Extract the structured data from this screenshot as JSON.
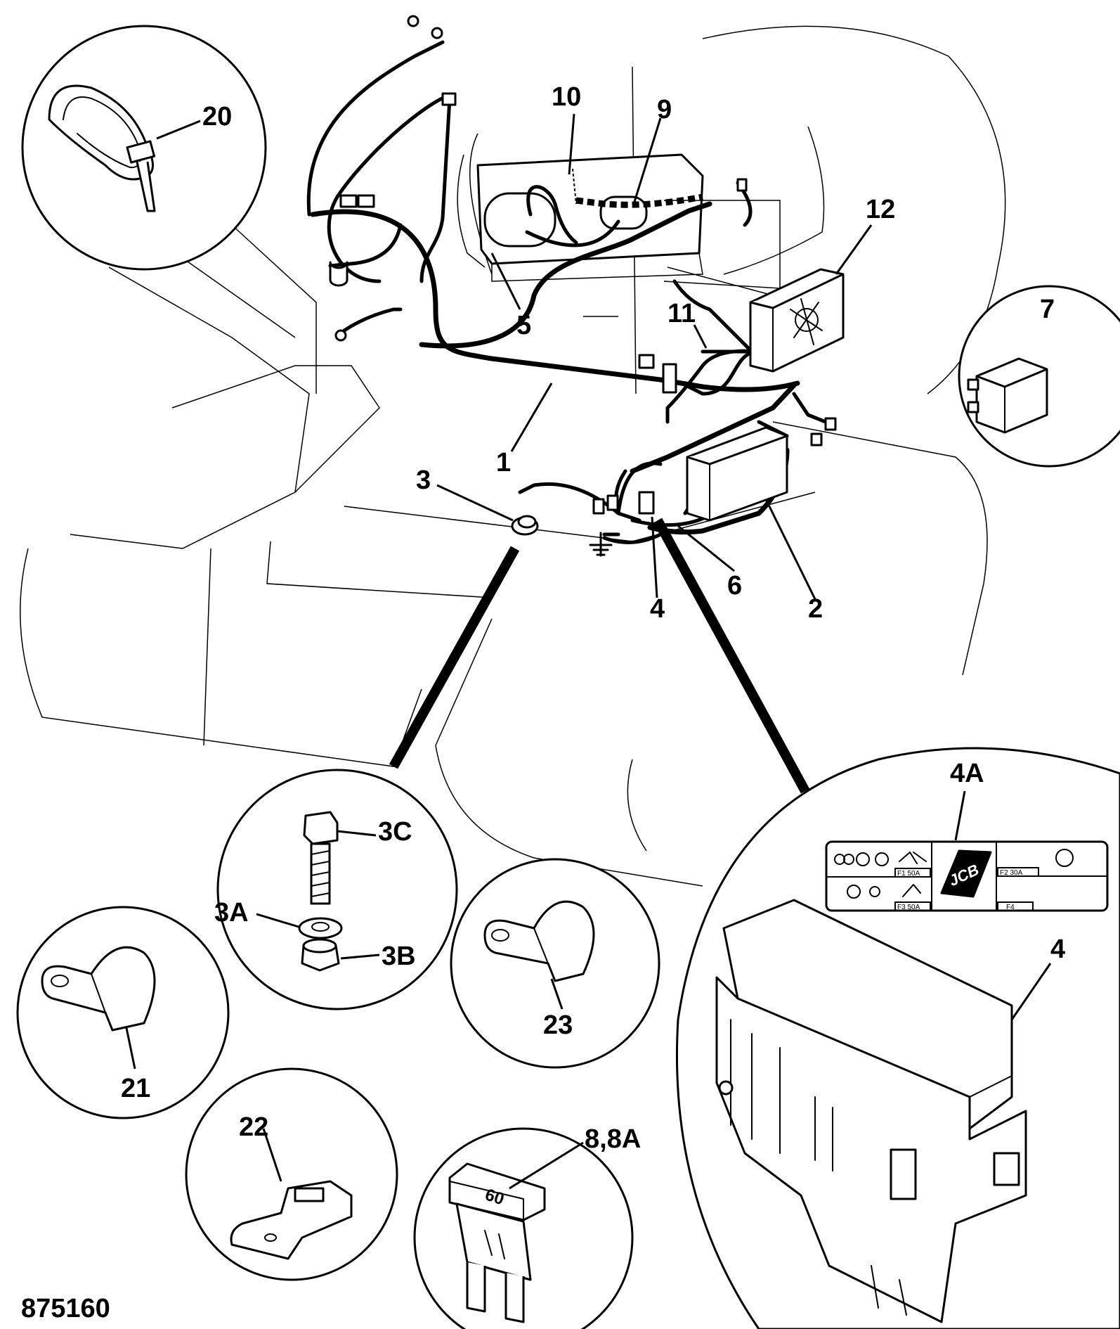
{
  "drawing_number": "875160",
  "callouts": {
    "c1": "1",
    "c2": "2",
    "c3": "3",
    "c3a": "3A",
    "c3b": "3B",
    "c3c": "3C",
    "c4": "4",
    "c4_detail": "4",
    "c4a": "4A",
    "c5": "5",
    "c6": "6",
    "c7": "7",
    "c8": "8,8A",
    "c9": "9",
    "c10": "10",
    "c11": "11",
    "c12": "12",
    "c20": "20",
    "c21": "21",
    "c22": "22",
    "c23": "23"
  },
  "fuse_label": {
    "f1": "F1  50A",
    "f2": "F2  30A",
    "f3": "F3  50A",
    "f4": "F4",
    "brand": "JCB"
  },
  "fuse_rating": "60"
}
